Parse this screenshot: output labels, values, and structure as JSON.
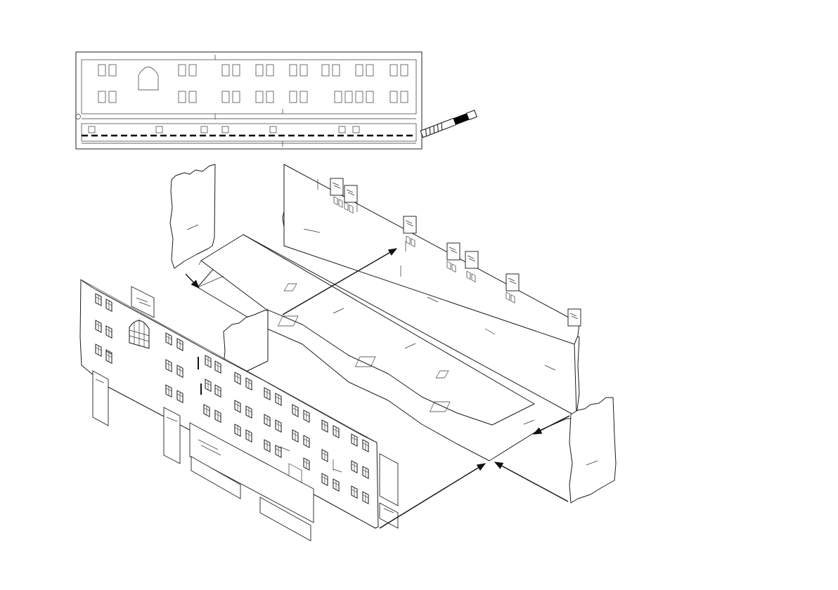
{
  "diagram": {
    "kind": "exploded-assembly",
    "palette": {
      "line": "#1a1a1a",
      "background": "#ffffff",
      "tool_fill": "#000000"
    },
    "pictograms": [
      "hobby-knife-icon",
      "scoring-fold-line",
      "assembly-arrow"
    ]
  }
}
